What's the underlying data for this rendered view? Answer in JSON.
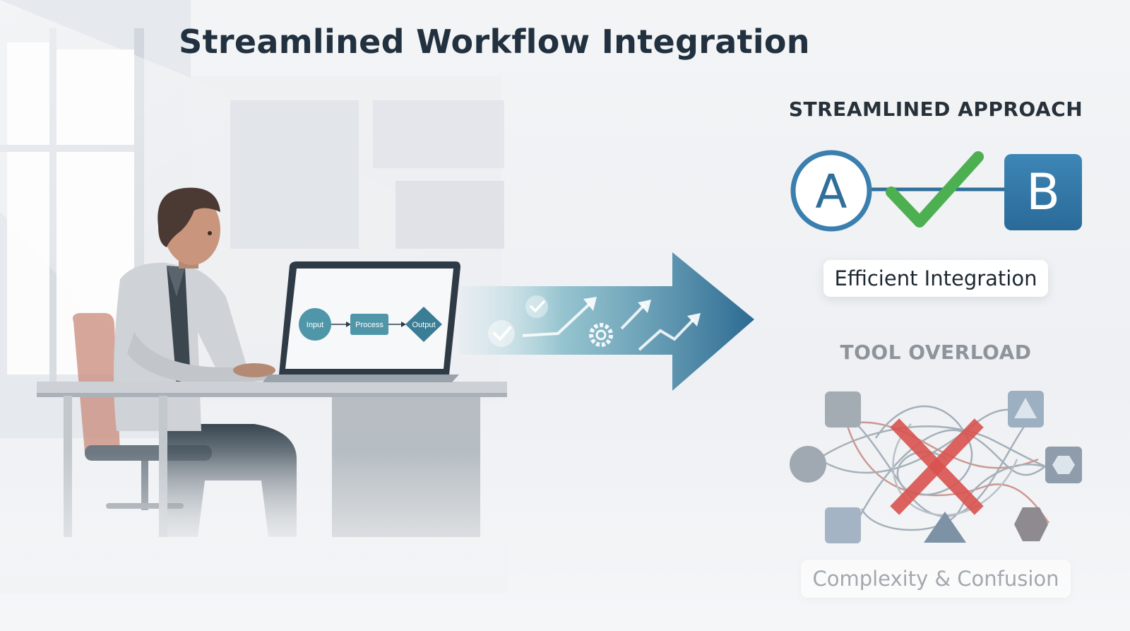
{
  "title": "Streamlined Workflow Integration",
  "laptop_flow": {
    "input": "Input",
    "process": "Process",
    "output": "Output"
  },
  "streamlined": {
    "heading": "STREAMLINED APPROACH",
    "node_a": "A",
    "node_b": "B",
    "label": "Efficient Integration"
  },
  "overload": {
    "heading": "TOOL OVERLOAD",
    "label": "Complexity & Confusion"
  },
  "colors": {
    "title": "#22313f",
    "accent_blue": "#2f6f9a",
    "teal": "#4f97a8",
    "check_green": "#4caf50",
    "cross_red": "#d9534f",
    "muted_gray": "#8e949b"
  },
  "icons": [
    "arrow-right-icon",
    "check-icon",
    "gear-icon",
    "trend-up-icon",
    "cross-icon",
    "triangle-icon",
    "hexagon-icon"
  ]
}
